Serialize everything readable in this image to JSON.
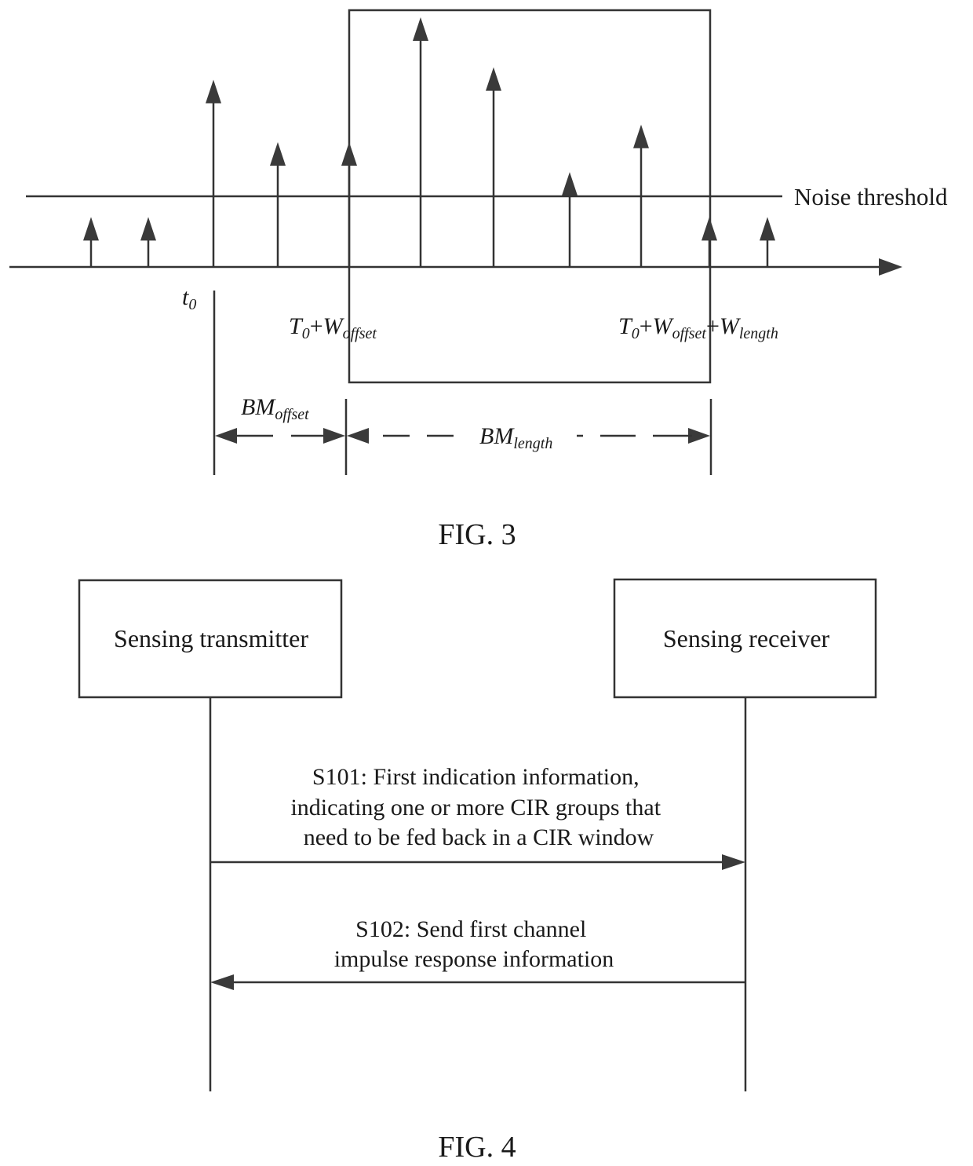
{
  "fig3": {
    "caption": "FIG. 3",
    "noise_threshold_label": "Noise threshold",
    "t0_label": {
      "base": "t",
      "sub": "0"
    },
    "window_start_label": {
      "T": "T",
      "T_sub": "0",
      "plus": "+",
      "W": "W",
      "W_sub": "offset"
    },
    "window_end_label": {
      "T": "T",
      "T_sub": "0",
      "plus1": "+",
      "W1": "W",
      "W1_sub": "offset",
      "plus2": "+",
      "W2": "W",
      "W2_sub": "length"
    },
    "bm_offset_label": {
      "base": "BM",
      "sub": "offset"
    },
    "bm_length_label": {
      "base": "BM",
      "sub": "length"
    },
    "impulse_heights": [
      {
        "name": "impulse-1",
        "level": 0.2
      },
      {
        "name": "impulse-2",
        "level": 0.2
      },
      {
        "name": "impulse-3",
        "level": 0.75
      },
      {
        "name": "impulse-4",
        "level": 0.5
      },
      {
        "name": "impulse-5",
        "level": 0.5
      },
      {
        "name": "impulse-6",
        "level": 1.0
      },
      {
        "name": "impulse-7",
        "level": 0.8
      },
      {
        "name": "impulse-8",
        "level": 0.38
      },
      {
        "name": "impulse-9",
        "level": 0.57
      },
      {
        "name": "impulse-10",
        "level": 0.2
      },
      {
        "name": "impulse-11",
        "level": 0.2
      }
    ],
    "noise_threshold_level": 0.29
  },
  "fig4": {
    "caption": "FIG. 4",
    "transmitter_label": "Sensing transmitter",
    "receiver_label": "Sensing receiver",
    "s101_lines": [
      "S101: First indication information,",
      "indicating one or more CIR groups that",
      "need to be fed back in a CIR window"
    ],
    "s102_lines": [
      "S102: Send first channel",
      "impulse response information"
    ]
  }
}
